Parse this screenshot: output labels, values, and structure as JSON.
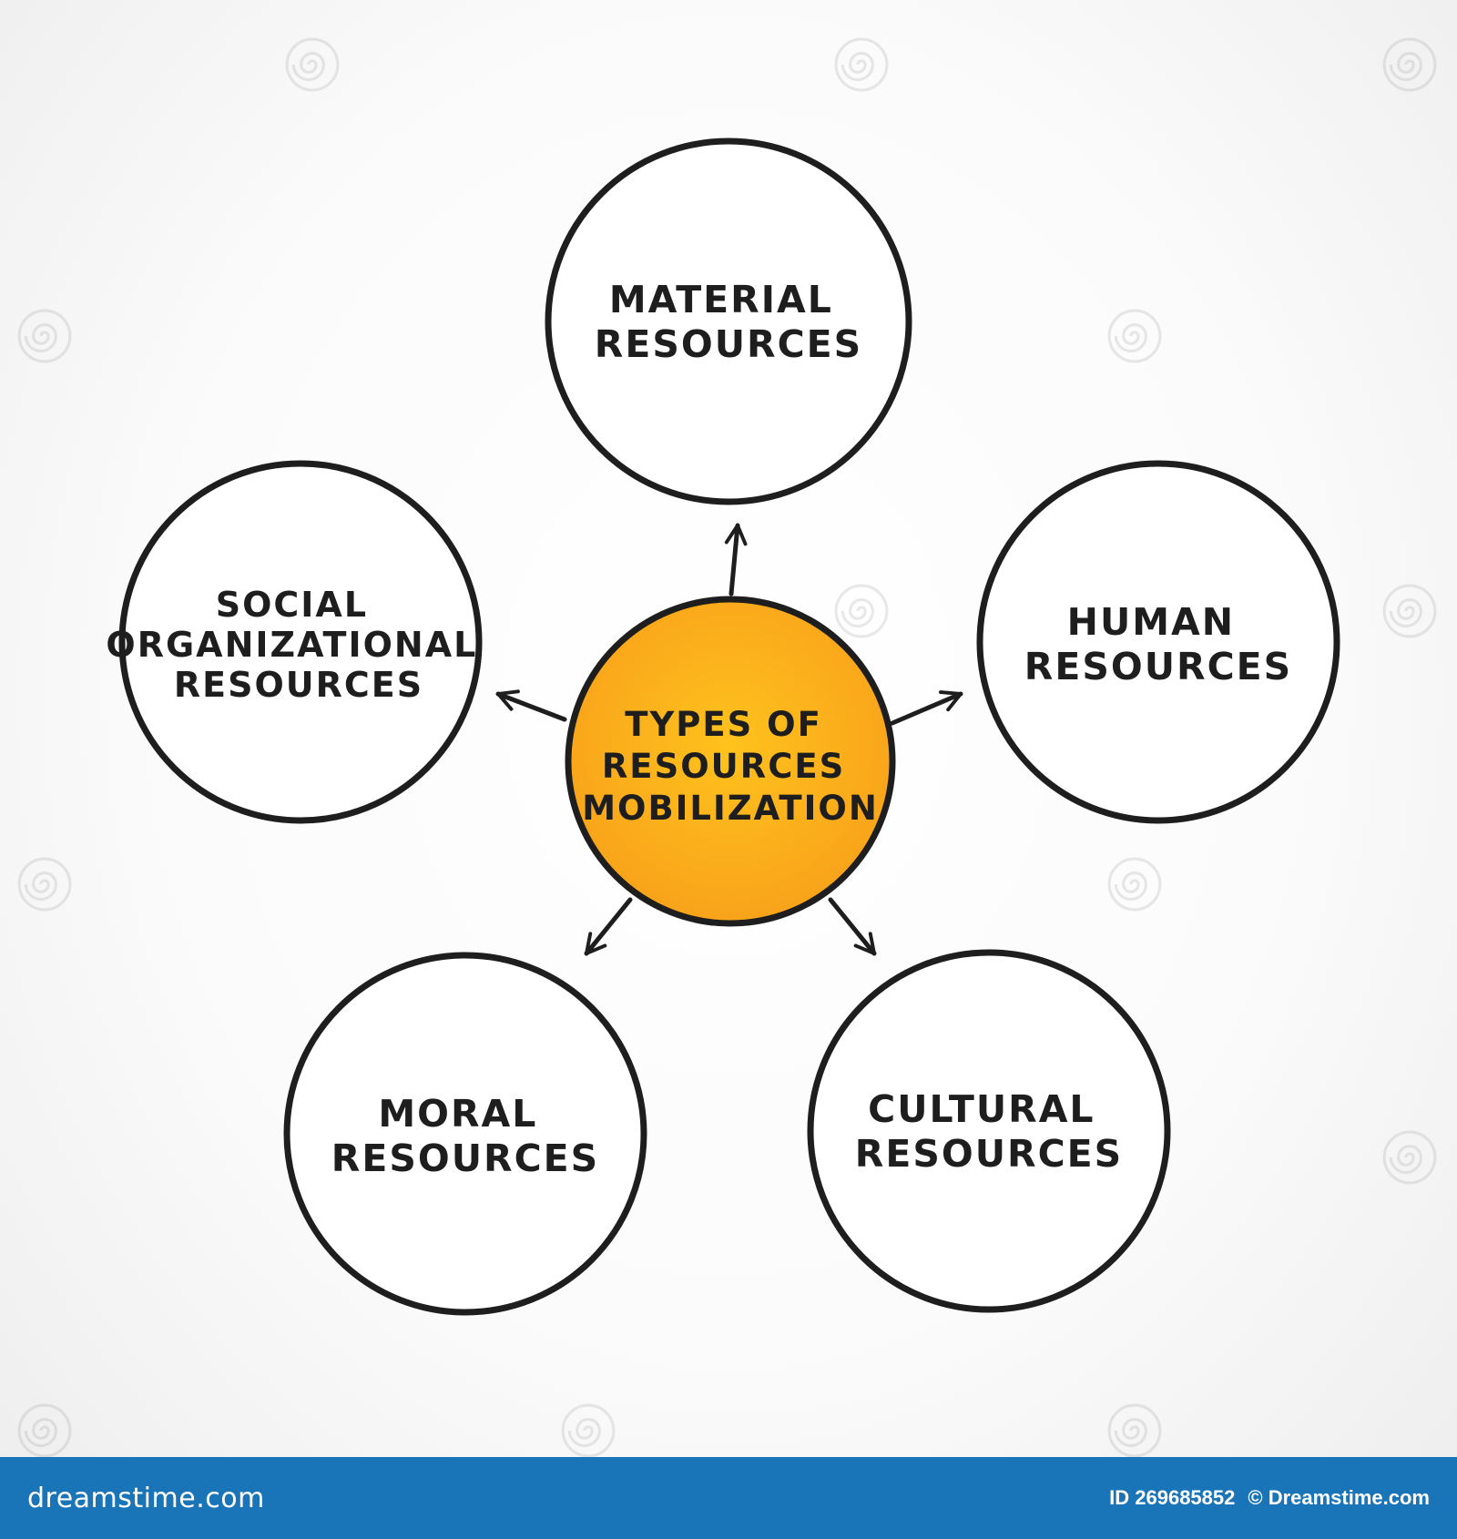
{
  "diagram": {
    "center": {
      "lines": [
        "TYPES OF",
        "RESOURCES",
        "MOBILIZATION"
      ],
      "fill_color": "#f8a31b",
      "fill_highlight": "#ffc21c"
    },
    "nodes": [
      {
        "id": "material",
        "lines": [
          "MATERIAL",
          "RESOURCES"
        ]
      },
      {
        "id": "human",
        "lines": [
          "HUMAN",
          "RESOURCES"
        ]
      },
      {
        "id": "cultural",
        "lines": [
          "CULTURAL",
          "RESOURCES"
        ]
      },
      {
        "id": "moral",
        "lines": [
          "MORAL",
          "RESOURCES"
        ]
      },
      {
        "id": "social",
        "lines": [
          "SOCIAL",
          "ORGANIZATIONAL",
          "RESOURCES"
        ]
      }
    ],
    "stroke_color": "#1e1e1e"
  },
  "footer": {
    "logo": "dreamstime.com",
    "image_id": "ID 269685852",
    "credit": "© Dreamstime.com",
    "bar_color": "#1a74b8"
  }
}
